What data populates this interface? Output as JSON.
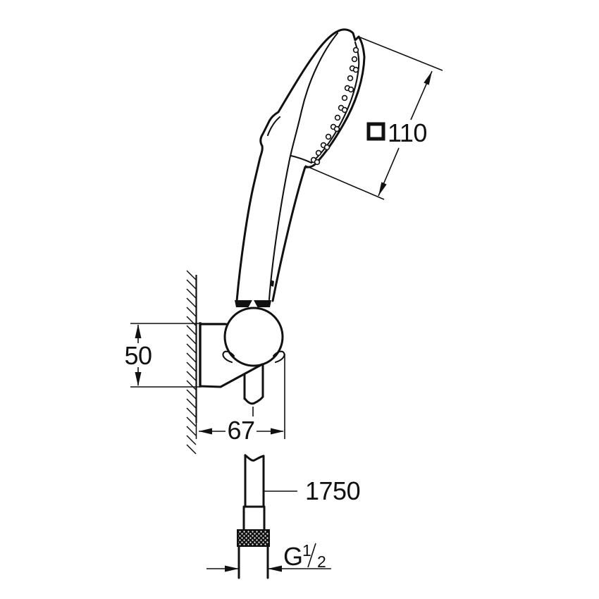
{
  "colors": {
    "background": "#ffffff",
    "line": "#111111"
  },
  "dimensions": {
    "head": {
      "value": "110",
      "symbol_name": "square-symbol"
    },
    "holder_height": {
      "value": "50"
    },
    "holder_depth": {
      "value": "67"
    },
    "hose_length": {
      "value": "1750"
    },
    "thread": {
      "letter": "G",
      "numerator": "1",
      "denominator": "2"
    }
  }
}
